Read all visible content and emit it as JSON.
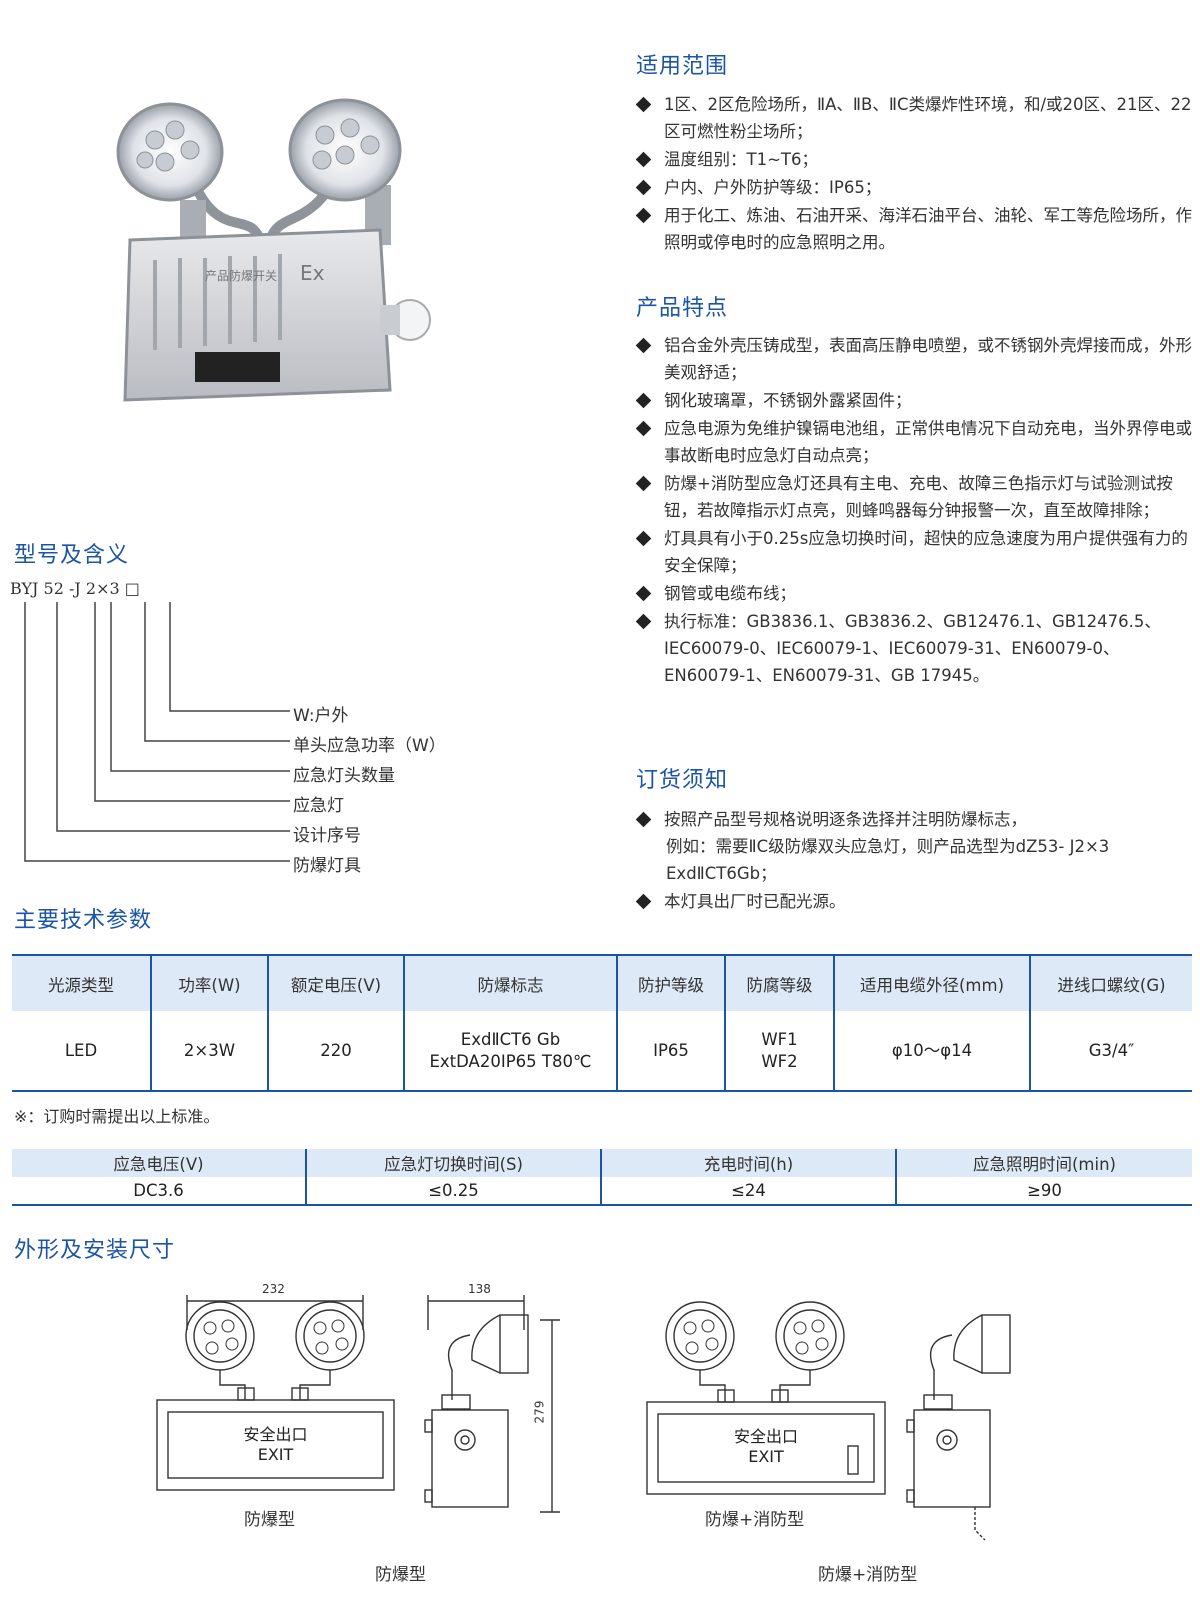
{
  "sections": {
    "scope_title": "适用范围",
    "features_title": "产品特点",
    "ordering_title": "订货须知",
    "model_title": "型号及含义",
    "specs_title": "主要技术参数",
    "dims_title": "外形及安装尺寸"
  },
  "scope": [
    "1区、2区危险场所，ⅡA、ⅡB、ⅡC类爆炸性环境，和/或20区、21区、22区可燃性粉尘场所；",
    "温度组别：T1~T6；",
    "户内、户外防护等级：IP65；",
    "用于化工、炼油、石油开采、海洋石油平台、油轮、军工等危险场所，作照明或停电时的应急照明之用。"
  ],
  "features": [
    "铝合金外壳压铸成型，表面高压静电喷塑，或不锈钢外壳焊接而成，外形美观舒适；",
    "钢化玻璃罩，不锈钢外露紧固件；",
    "应急电源为免维护镍镉电池组，正常供电情况下自动充电，当外界停电或事故断电时应急灯自动点亮；",
    "防爆+消防型应急灯还具有主电、充电、故障三色指示灯与试验测试按钮，若故障指示灯点亮，则蜂鸣器每分钟报警一次，直至故障排除；",
    "灯具具有小于0.25s应急切换时间，超快的应急速度为用户提供强有力的安全保障；",
    "钢管或电缆布线；",
    "执行标准：GB3836.1、GB3836.2、GB12476.1、GB12476.5、IEC60079-0、IEC60079-1、IEC60079-31、EN60079-0、EN60079-1、EN60079-31、GB 17945。"
  ],
  "ordering": {
    "item1": "按照产品型号规格说明逐条选择并注明防爆标志，",
    "item1_example": "例如：需要ⅡC级防爆双头应急灯，则产品选型为dZ53- J2×3 ExdⅡCT6Gb；",
    "item2": "本灯具出厂时已配光源。"
  },
  "model": {
    "code": "BYJ 52 -J 2×3 □",
    "legend": [
      "W:户外",
      "单头应急功率（W）",
      "应急灯头数量",
      "应急灯",
      "设计序号",
      "防爆灯具"
    ]
  },
  "specs_table": {
    "headers": [
      "光源类型",
      "功率(W)",
      "额定电压(V)",
      "防爆标志",
      "防护等级",
      "防腐等级",
      "适用电缆外径(mm)",
      "进线口螺纹(G)"
    ],
    "row": [
      "LED",
      "2×3W",
      "220",
      "ExdⅡCT6 Gb",
      "ExtDA20IP65 T80℃",
      "IP65",
      "WF1",
      "WF2",
      "φ10～φ14",
      "G3/4″"
    ]
  },
  "footnote": "※：订购时需提出以上标准。",
  "emergency_table": {
    "headers": [
      "应急电压(V)",
      "应急灯切换时间(S)",
      "充电时间(h)",
      "应急照明时间(min)"
    ],
    "row": [
      "DC3.6",
      "≤0.25",
      "≤24",
      "≥90"
    ]
  },
  "drawings": {
    "dim_width": "232",
    "dim_depth": "138",
    "dim_height": "279",
    "sign_cn": "安全出口",
    "sign_en": "EXIT",
    "caption_a": "防爆型",
    "caption_b": "防爆+消防型",
    "caption_a_bottom": "防爆型",
    "caption_b_bottom": "防爆+消防型"
  },
  "photo": {
    "housing_label": "产品防爆开关",
    "ex_mark": "Ex"
  },
  "colors": {
    "accent": "#1b55a6",
    "header_fill": "#dde9f6"
  }
}
